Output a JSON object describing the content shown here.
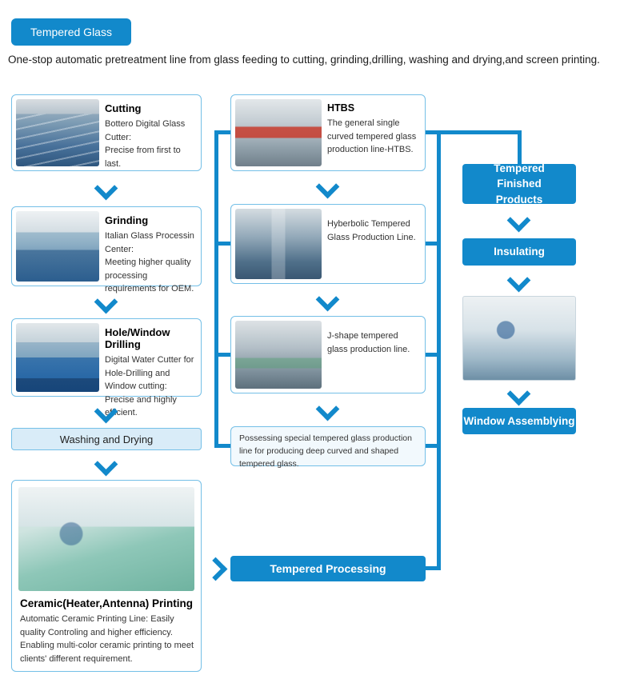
{
  "colors": {
    "primary": "#1289cb",
    "box_border": "#74bfe7"
  },
  "header": {
    "badge": "Tempered Glass",
    "subtitle": "One-stop automatic pretreatment line from glass feeding to cutting, grinding,drilling, washing and drying,and screen printing."
  },
  "pretreatment": {
    "cutting": {
      "title": "Cutting",
      "desc": "Bottero Digital Glass Cutter:\nPrecise from first to last."
    },
    "grinding": {
      "title": "Grinding",
      "desc": "Italian Glass Processin Center:\nMeeting higher quality processing requirements for OEM."
    },
    "drilling": {
      "title": "Hole/Window Drilling",
      "desc": "Digital Water Cutter for Hole-Drilling and Window cutting:\nPrecise and highly efficient."
    },
    "washing": {
      "label": "Washing and Drying"
    },
    "ceramic": {
      "title": "Ceramic(Heater,Antenna) Printing",
      "desc": "Automatic Ceramic Printing Line: Easily quality Controling and higher efficiency.\nEnabling multi-color ceramic printing to meet clients' different requirement."
    }
  },
  "tempering": {
    "htbs": {
      "title": "HTBS",
      "desc": "The general single curved tempered glass production line-HTBS."
    },
    "hyperbolic": {
      "desc": "Hyberbolic Tempered Glass Production Line."
    },
    "jshape": {
      "desc": "J-shape tempered glass production line."
    },
    "special": {
      "desc": "Possessing special tempered glass production line for producing deep curved and shaped tempered glass."
    },
    "processing": {
      "label": "Tempered Processing"
    }
  },
  "finishing": {
    "finished": {
      "label": "Tempered Finished Products"
    },
    "insulating": {
      "label": "Insulating"
    },
    "assembling": {
      "label": "Window Assemblying"
    }
  }
}
